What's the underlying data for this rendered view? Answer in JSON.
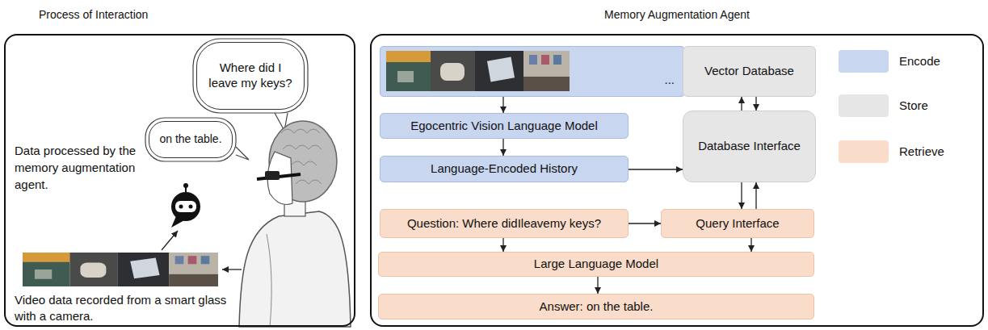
{
  "diagram": {
    "nodes": [
      {
        "text": [
          "Process of Interaction",
          "Data processed by the memory augmentation agent.",
          "Video data recorded from a smart glass with a camera."
        ]
      },
      {
        "text": [
          "Where did I leave my keys?"
        ],
        "in": 0
      },
      {
        "text": [
          "on the table."
        ],
        "in": 0
      },
      {
        "text": [
          "Memory Augmentation Agent"
        ]
      },
      {
        "text": [
          "..."
        ],
        "in": 3
      },
      {
        "text": [
          "Vector Database"
        ],
        "in": 3
      },
      {
        "text": [
          "Egocentric Vision Language Model"
        ],
        "in": 3
      },
      {
        "text": [
          "Database Interface"
        ],
        "in": 3
      },
      {
        "text": [
          "Language-Encoded History"
        ],
        "in": 3
      },
      {
        "text": [
          "Question: Where didIleavemy keys?"
        ],
        "in": 3
      },
      {
        "text": [
          "Query Interface"
        ],
        "in": 3
      },
      {
        "text": [
          "Large Language Model"
        ],
        "in": 3
      },
      {
        "text": [
          "Answer: on the table."
        ],
        "in": 3
      }
    ],
    "edges": [
      {
        "from": 4,
        "to": 6,
        "arrow": "to"
      },
      {
        "from": 6,
        "to": 8,
        "arrow": "to"
      },
      {
        "from": 8,
        "to": 7,
        "arrow": "to"
      },
      {
        "from": 7,
        "to": 5,
        "arrow": "to"
      },
      {
        "from": 5,
        "to": 7,
        "arrow": "to"
      },
      {
        "from": 7,
        "to": 10,
        "arrow": "to"
      },
      {
        "from": 10,
        "to": 7,
        "arrow": "to"
      },
      {
        "from": 9,
        "to": 10,
        "arrow": "to"
      },
      {
        "from": 9,
        "to": 11,
        "arrow": "to"
      },
      {
        "from": 10,
        "to": 11,
        "arrow": "to"
      },
      {
        "from": 11,
        "to": 12,
        "arrow": "to"
      }
    ],
    "legend": [
      {
        "text": "Encode",
        "color": "#c9d6f0"
      },
      {
        "text": "Store",
        "color": "#e6e6e6"
      },
      {
        "text": "Retrieve",
        "color": "#f9dcc9"
      }
    ]
  }
}
